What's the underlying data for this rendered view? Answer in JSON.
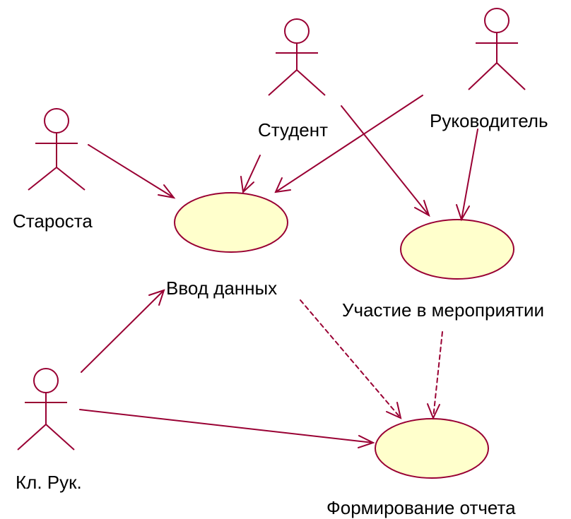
{
  "colors": {
    "line": "#990033",
    "usecase_fill": "#ffffcc",
    "background": "#ffffff",
    "text": "#000000"
  },
  "actors": {
    "starosta": "Староста",
    "student": "Студент",
    "rukovoditel": "Руководитель",
    "kl_ruk": "Кл. Рук."
  },
  "use_cases": {
    "vvod": "Ввод данных",
    "uchastie": "Участие в мероприятии",
    "formirovanie": "Формирование отчета"
  },
  "relations": [
    {
      "from": "Староста",
      "to": "Ввод данных",
      "type": "association"
    },
    {
      "from": "Студент",
      "to": "Ввод данных",
      "type": "association"
    },
    {
      "from": "Студент",
      "to": "Участие в мероприятии",
      "type": "association"
    },
    {
      "from": "Руководитель",
      "to": "Ввод данных",
      "type": "association"
    },
    {
      "from": "Руководитель",
      "to": "Участие в мероприятии",
      "type": "association"
    },
    {
      "from": "Кл. Рук.",
      "to": "Ввод данных",
      "type": "association"
    },
    {
      "from": "Кл. Рук.",
      "to": "Формирование отчета",
      "type": "association"
    },
    {
      "from": "Ввод данных",
      "to": "Формирование отчета",
      "type": "dependency"
    },
    {
      "from": "Участие в мероприятии",
      "to": "Формирование отчета",
      "type": "dependency"
    }
  ]
}
